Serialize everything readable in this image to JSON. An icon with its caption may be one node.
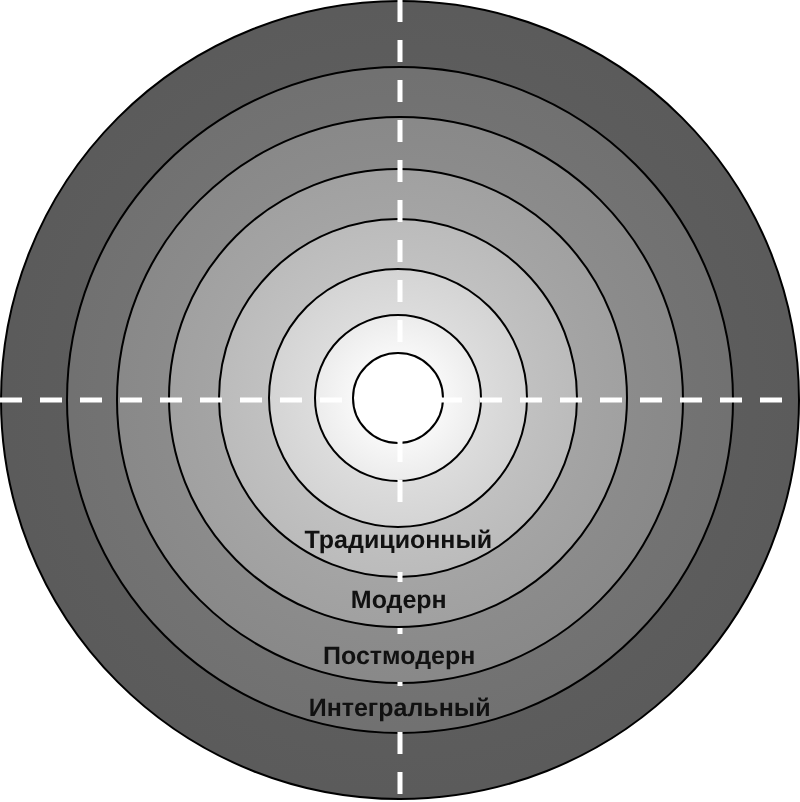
{
  "diagram": {
    "nodes": [
      {
        "text": [],
        "shape": "circle"
      },
      {
        "text": [
          "Интегральный"
        ],
        "in": 0
      },
      {
        "text": [
          "Постмодерн"
        ],
        "in": 1
      },
      {
        "text": [
          "Модерн"
        ],
        "in": 2
      },
      {
        "text": [
          "Традиционный"
        ],
        "in": 3
      },
      {
        "text": [],
        "shape": "circle",
        "in": 4
      },
      {
        "text": [],
        "shape": "circle",
        "in": 5
      },
      {
        "text": [],
        "shape": "circle",
        "in": 6
      }
    ]
  }
}
